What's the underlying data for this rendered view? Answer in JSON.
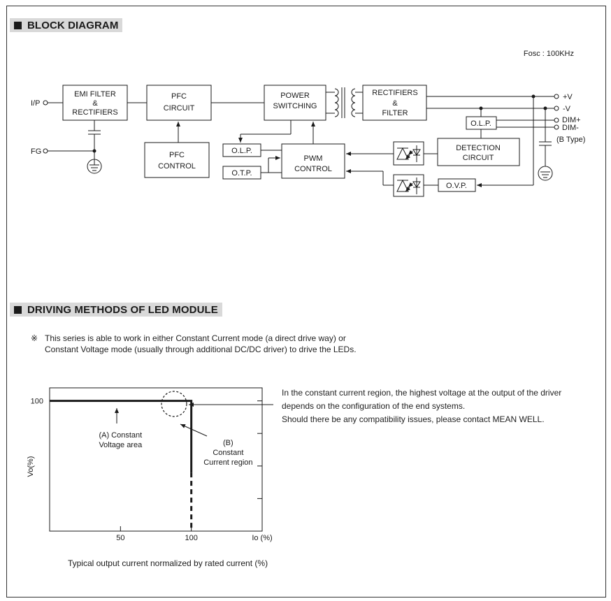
{
  "block_diagram": {
    "title": "BLOCK DIAGRAM",
    "fosc": "Fosc : 100KHz",
    "terminals": {
      "input": "I/P",
      "fg": "FG",
      "vplus": "+V",
      "vminus": "-V",
      "dimplus": "DIM+",
      "dimminus": "DIM-",
      "btype": "(B Type)"
    },
    "blocks": {
      "emi": [
        "EMI FILTER",
        "&",
        "RECTIFIERS"
      ],
      "pfc_circuit": [
        "PFC",
        "CIRCUIT"
      ],
      "power_switching": [
        "POWER",
        "SWITCHING"
      ],
      "rectifiers_filter": [
        "RECTIFIERS",
        "&",
        "FILTER"
      ],
      "pfc_control": [
        "PFC",
        "CONTROL"
      ],
      "pwm_control": [
        "PWM",
        "CONTROL"
      ],
      "detection": [
        "DETECTION",
        "CIRCUIT"
      ],
      "olp_primary": "O.L.P.",
      "otp": "O.T.P.",
      "olp_secondary": "O.L.P.",
      "ovp": "O.V.P."
    }
  },
  "driving": {
    "title": "DRIVING METHODS OF LED MODULE",
    "note_mark": "※",
    "note_lines": [
      "This series is able to work in either Constant Current mode (a direct drive way) or",
      "Constant Voltage mode (usually through additional DC/DC driver) to drive the LEDs."
    ],
    "side_text": [
      "In the constant current region, the highest voltage at the output of the driver",
      "depends on the configuration of the end systems.",
      "Should there be any compatibility issues, please contact MEAN WELL."
    ]
  },
  "chart_data": {
    "type": "line",
    "title": "",
    "xlabel": "Io (%)",
    "ylabel": "Vo(%)",
    "caption": "Typical output current normalized by rated current (%)",
    "x_ticks": [
      "50",
      "100"
    ],
    "y_ticks": [
      "100"
    ],
    "xlim": [
      0,
      150
    ],
    "ylim": [
      0,
      110
    ],
    "series": [
      {
        "style": "solid",
        "x": [
          0,
          100,
          100
        ],
        "y": [
          100,
          100,
          45
        ]
      },
      {
        "style": "dashed",
        "x": [
          100,
          100
        ],
        "y": [
          45,
          0
        ]
      }
    ],
    "annotations": [
      {
        "text": [
          "(A)  Constant",
          "Voltage area"
        ],
        "x": 50,
        "y": 72
      },
      {
        "text": [
          "(B)",
          "Constant",
          "Current region"
        ],
        "x": 126,
        "y": 66
      }
    ]
  }
}
